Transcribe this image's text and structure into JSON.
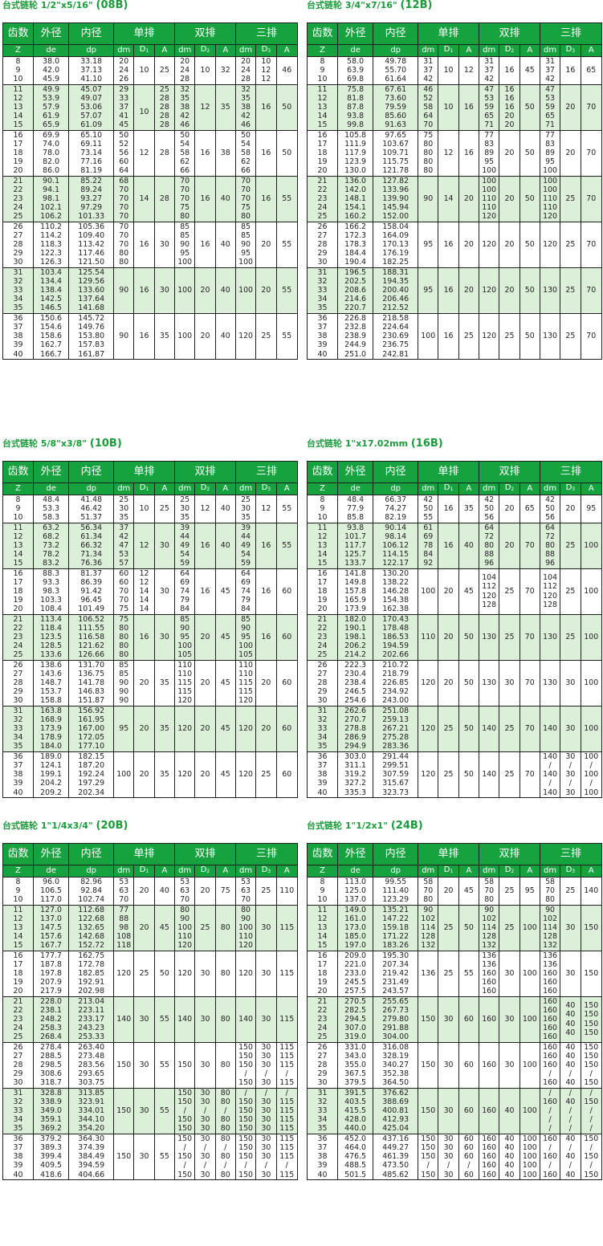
{
  "headers": {
    "teeth": "齿数",
    "od": "外径",
    "id": "内径",
    "single": "单排",
    "double": "双排",
    "triple": "三排",
    "z": "Z",
    "de": "de",
    "dp": "dp",
    "dm": "dm",
    "a": "A",
    "d": "D"
  },
  "tables": [
    {
      "title": "台式链轮 1/2\"x5/16\" ",
      "code": "(08B)",
      "groups": [
        {
          "shade": false,
          "z": "8\n9\n10",
          "de": "38.0\n42.0\n45.9",
          "dp": "33.18\n37.13\n41.10",
          "s_dm": "20\n24\n26",
          "s_d": "10",
          "s_a": "25",
          "d_dm": "20\n24\n28",
          "d_d": "10",
          "d_a": "32",
          "t_dm": "20\n24\n28",
          "t_d": "10\n12\n12",
          "t_a": "46"
        },
        {
          "shade": true,
          "z": "11\n12\n13\n14\n15",
          "de": "49.9\n53.9\n57.9\n61.9\n65.9",
          "dp": "45.07\n49.07\n53.06\n57.07\n61.09",
          "s_dm": "29\n33\n37\n41\n45",
          "s_d": "\n\n10\n\n",
          "s_a": "25\n28\n28\n28\n28",
          "d_dm": "32\n35\n38\n42\n46",
          "d_d": "12",
          "d_a": "35",
          "t_dm": "32\n35\n38\n42\n46",
          "t_d": "16",
          "t_a": "50"
        },
        {
          "shade": false,
          "z": "16\n17\n18\n19\n20",
          "de": "69.9\n74.0\n78.0\n82.0\n86.0",
          "dp": "65.10\n69.11\n73.14\n77.16\n81.19",
          "s_dm": "50\n52\n56\n60\n64",
          "s_d": "12",
          "s_a": "28",
          "d_dm": "50\n54\n58\n62\n66",
          "d_d": "16",
          "d_a": "38",
          "t_dm": "50\n54\n58\n62\n66",
          "t_d": "16",
          "t_a": "50"
        },
        {
          "shade": true,
          "z": "21\n22\n23\n24\n25",
          "de": "90.1\n94.1\n98.1\n102.1\n106.2",
          "dp": "85.22\n89.24\n93.27\n97.29\n101.33",
          "s_dm": "68\n70\n70\n70\n70",
          "s_d": "14",
          "s_a": "28",
          "d_dm": "70\n70\n70\n75\n80",
          "d_d": "16",
          "d_a": "40",
          "t_dm": "70\n70\n70\n75\n80",
          "t_d": "16",
          "t_a": "55"
        },
        {
          "shade": false,
          "z": "26\n27\n28\n29\n30",
          "de": "110.2\n114.2\n118.3\n122.3\n126.3",
          "dp": "105.36\n109.40\n113.42\n117.46\n121.50",
          "s_dm": "70\n70\n70\n80\n80",
          "s_d": "16",
          "s_a": "30",
          "d_dm": "85\n85\n90\n95\n100",
          "d_d": "16",
          "d_a": "40",
          "t_dm": "85\n85\n90\n95\n100",
          "t_d": "20",
          "t_a": "55"
        },
        {
          "shade": true,
          "z": "31\n32\n33\n34\n35",
          "de": "103.4\n134.4\n138.4\n142.5\n146.5",
          "dp": "125.54\n129.56\n133.60\n137.64\n141.68",
          "s_dm": "90",
          "s_d": "16",
          "s_a": "30",
          "d_dm": "100",
          "d_d": "20",
          "d_a": "40",
          "t_dm": "100",
          "t_d": "20",
          "t_a": "55"
        },
        {
          "shade": false,
          "z": "36\n37\n38\n39\n40",
          "de": "150.6\n154.6\n158.6\n162.7\n166.7",
          "dp": "145.72\n149.76\n153.80\n157.83\n161.87",
          "s_dm": "90",
          "s_d": "16",
          "s_a": "35",
          "d_dm": "100",
          "d_d": "20",
          "d_a": "40",
          "t_dm": "120",
          "t_d": "25",
          "t_a": "55"
        }
      ]
    },
    {
      "title": "台式链轮 3/4\"x7/16\" ",
      "code": "(12B)",
      "groups": [
        {
          "shade": false,
          "z": "8\n9\n10",
          "de": "58.0\n63.9\n69.8",
          "dp": "49.78\n55.70\n61.64",
          "s_dm": "31\n37\n42",
          "s_d": "10",
          "s_a": "12",
          "d_dm": "31\n37\n42",
          "d_d": "16",
          "d_a": "45",
          "t_dm": "31\n37\n42",
          "t_d": "16",
          "t_a": "65"
        },
        {
          "shade": true,
          "z": "11\n12\n13\n14\n15",
          "de": "75.8\n81.8\n87.8\n93.8\n99.8",
          "dp": "67.61\n73.60\n79.59\n85.60\n91.63",
          "s_dm": "46\n52\n58\n64\n70",
          "s_d": "10",
          "s_a": "16",
          "d_dm": "47\n53\n59\n65\n71",
          "d_d": "16\n16\n16\n20\n20",
          "d_a": "50",
          "t_dm": "47\n53\n59\n65\n71",
          "t_d": "20",
          "t_a": "70"
        },
        {
          "shade": false,
          "z": "16\n17\n18\n19\n20",
          "de": "105.8\n111.9\n117.9\n123.9\n130.0",
          "dp": "97.65\n103.67\n109.71\n115.75\n121.78",
          "s_dm": "75\n80\n80\n80\n80",
          "s_d": "12",
          "s_a": "16",
          "d_dm": "77\n83\n89\n95\n100",
          "d_d": "20",
          "d_a": "50",
          "t_dm": "77\n83\n89\n95\n100",
          "t_d": "20",
          "t_a": "70"
        },
        {
          "shade": true,
          "z": "21\n22\n23\n24\n25",
          "de": "136.0\n142.0\n148.1\n154.1\n160.2",
          "dp": "127.82\n133.96\n139.90\n145.94\n152.00",
          "s_dm": "90",
          "s_d": "14",
          "s_a": "20",
          "d_dm": "100\n100\n110\n110\n120",
          "d_d": "20",
          "d_a": "50",
          "t_dm": "100\n100\n110\n110\n120",
          "t_d": "25",
          "t_a": "70"
        },
        {
          "shade": false,
          "z": "26\n27\n28\n29\n30",
          "de": "166.2\n172.3\n178.3\n184.4\n190.4",
          "dp": "158.04\n164.09\n170.13\n176.19\n182.25",
          "s_dm": "95",
          "s_d": "16",
          "s_a": "20",
          "d_dm": "120",
          "d_d": "20",
          "d_a": "50",
          "t_dm": "120",
          "t_d": "25",
          "t_a": "70"
        },
        {
          "shade": true,
          "z": "31\n32\n33\n34\n35",
          "de": "196.5\n202.5\n208.6\n214.6\n220.7",
          "dp": "188.31\n194.35\n200.40\n206.46\n212.52",
          "s_dm": "95",
          "s_d": "16",
          "s_a": "20",
          "d_dm": "120",
          "d_d": "20",
          "d_a": "50",
          "t_dm": "130",
          "t_d": "25",
          "t_a": "70"
        },
        {
          "shade": false,
          "z": "36\n37\n38\n39\n40",
          "de": "226.8\n232.8\n238.9\n244.9\n251.0",
          "dp": "218.58\n224.64\n230.69\n236.75\n242.81",
          "s_dm": "100",
          "s_d": "16",
          "s_a": "25",
          "d_dm": "120",
          "d_d": "25",
          "d_a": "50",
          "t_dm": "130",
          "t_d": "25",
          "t_a": "70"
        }
      ]
    },
    {
      "title": "台式链轮 5/8\"x3/8\" ",
      "code": "(10B)",
      "groups": [
        {
          "shade": false,
          "z": "8\n9\n10",
          "de": "48.4\n53.3\n58.3",
          "dp": "41.48\n46.42\n51.37",
          "s_dm": "25\n30\n35",
          "s_d": "10",
          "s_a": "25",
          "d_dm": "25\n30\n35",
          "d_d": "12",
          "d_a": "40",
          "t_dm": "25\n30\n35",
          "t_d": "12",
          "t_a": "55"
        },
        {
          "shade": true,
          "z": "11\n12\n13\n14\n15",
          "de": "63.2\n68.2\n73.2\n78.2\n83.2",
          "dp": "56.34\n61.34\n66.32\n71.34\n76.36",
          "s_dm": "37\n42\n47\n53\n57",
          "s_d": "12",
          "s_a": "30",
          "d_dm": "39\n44\n49\n54\n59",
          "d_d": "16",
          "d_a": "40",
          "t_dm": "39\n44\n49\n54\n59",
          "t_d": "16",
          "t_a": "55"
        },
        {
          "shade": false,
          "z": "16\n17\n18\n19\n20",
          "de": "88.3\n93.3\n98.3\n103.3\n108.4",
          "dp": "81.37\n86.39\n91.42\n96.45\n101.49",
          "s_dm": "60\n60\n70\n70\n75",
          "s_d": "12\n12\n14\n14\n14",
          "s_a": "30",
          "d_dm": "64\n69\n74\n79\n84",
          "d_d": "16",
          "d_a": "45",
          "t_dm": "64\n69\n74\n79\n84",
          "t_d": "16",
          "t_a": "60"
        },
        {
          "shade": true,
          "z": "21\n22\n23\n24\n25",
          "de": "113.4\n118.4\n123.5\n128.5\n133.6",
          "dp": "106.52\n111.55\n116.58\n121.62\n126.66",
          "s_dm": "75\n80\n80\n80\n80",
          "s_d": "16",
          "s_a": "30",
          "d_dm": "85\n90\n95\n100\n105",
          "d_d": "20",
          "d_a": "45",
          "t_dm": "85\n90\n95\n100\n105",
          "t_d": "16",
          "t_a": "60"
        },
        {
          "shade": false,
          "z": "26\n27\n28\n29\n30",
          "de": "138.6\n143.6\n148.7\n153.7\n158.8",
          "dp": "131.70\n136.75\n141.78\n146.83\n151.87",
          "s_dm": "85\n85\n90\n90\n90",
          "s_d": "20",
          "s_a": "35",
          "d_dm": "110\n110\n115\n115\n120",
          "d_d": "20",
          "d_a": "45",
          "t_dm": "110\n110\n115\n115\n120",
          "t_d": "20",
          "t_a": "60"
        },
        {
          "shade": true,
          "z": "31\n32\n33\n34\n35",
          "de": "163.8\n168.9\n173.9\n178.9\n184.0",
          "dp": "156.92\n161.95\n167.00\n172.05\n177.10",
          "s_dm": "95",
          "s_d": "20",
          "s_a": "35",
          "d_dm": "120",
          "d_d": "20",
          "d_a": "45",
          "t_dm": "120",
          "t_d": "20",
          "t_a": "60"
        },
        {
          "shade": false,
          "z": "36\n37\n38\n39\n40",
          "de": "189.0\n124.1\n199.1\n204.2\n209.2",
          "dp": "182.15\n187.20\n192.24\n197.29\n202.34",
          "s_dm": "100",
          "s_d": "20",
          "s_a": "35",
          "d_dm": "120",
          "d_d": "20",
          "d_a": "45",
          "t_dm": "120",
          "t_d": "25",
          "t_a": "60"
        }
      ]
    },
    {
      "title": "台式链轮 1\"x17.02mm ",
      "code": "(16B)",
      "groups": [
        {
          "shade": false,
          "z": "8\n9\n10",
          "de": "48.4\n77.9\n85.8",
          "dp": "66.37\n74.27\n82.19",
          "s_dm": "42\n50\n55",
          "s_d": "16",
          "s_a": "35",
          "d_dm": "42\n50\n56",
          "d_d": "20",
          "d_a": "65",
          "t_dm": "42\n50\n56",
          "t_d": "20",
          "t_a": "95"
        },
        {
          "shade": true,
          "z": "11\n12\n13\n14\n15",
          "de": "93.8\n101.7\n117.7\n125.7\n133.7",
          "dp": "90.14\n98.14\n106.12\n114.15\n122.17",
          "s_dm": "61\n69\n78\n84\n92",
          "s_d": "16",
          "s_a": "40",
          "d_dm": "64\n72\n80\n88\n96",
          "d_d": "20",
          "d_a": "70",
          "t_dm": "64\n72\n80\n88\n96",
          "t_d": "25",
          "t_a": "100"
        },
        {
          "shade": false,
          "z": "16\n17\n18\n19\n20",
          "de": "141.8\n149.8\n157.8\n165.9\n173.9",
          "dp": "130.20\n138.22\n146.28\n154.38\n162.38",
          "s_dm": "100",
          "s_d": "20",
          "s_a": "45",
          "d_dm": "104\n112\n120\n128\n",
          "d_d": "25",
          "d_a": "70",
          "t_dm": "104\n112\n120\n128\n",
          "t_d": "25",
          "t_a": "100"
        },
        {
          "shade": true,
          "z": "21\n22\n23\n24\n25",
          "de": "182.0\n190.1\n198.1\n206.2\n214.2",
          "dp": "170.43\n178.48\n186.53\n194.59\n202.66",
          "s_dm": "110",
          "s_d": "20",
          "s_a": "50",
          "d_dm": "130",
          "d_d": "25",
          "d_a": "70",
          "t_dm": "130",
          "t_d": "25",
          "t_a": "100"
        },
        {
          "shade": false,
          "z": "26\n27\n28\n29\n30",
          "de": "222.3\n230.4\n238.4\n246.5\n254.6",
          "dp": "210.72\n218.79\n226.85\n234.92\n243.00",
          "s_dm": "120",
          "s_d": "20",
          "s_a": "50",
          "d_dm": "130",
          "d_d": "30",
          "d_a": "70",
          "t_dm": "130",
          "t_d": "30",
          "t_a": "100"
        },
        {
          "shade": true,
          "z": "31\n32\n33\n34\n35",
          "de": "262.6\n270.7\n278.8\n286.9\n294.9",
          "dp": "251.08\n259.13\n267.21\n275.28\n283.36",
          "s_dm": "120",
          "s_d": "25",
          "s_a": "50",
          "d_dm": "140",
          "d_d": "25",
          "d_a": "70",
          "t_dm": "140",
          "t_d": "30",
          "t_a": "100"
        },
        {
          "shade": false,
          "z": "36\n37\n38\n39\n40",
          "de": "303.0\n311.1\n319.2\n327.2\n335.3",
          "dp": "291.44\n299.51\n307.59\n315.67\n323.73",
          "s_dm": "120",
          "s_d": "25",
          "s_a": "50",
          "d_dm": "140",
          "d_d": "25",
          "d_a": "70",
          "t_dm": "140\n/\n140\n/\n140",
          "t_d": "30\n/\n30\n/\n30",
          "t_a": "100\n/\n100\n/\n100"
        }
      ]
    },
    {
      "title": "台式链轮 1\"1/4x3/4\" ",
      "code": "(20B)",
      "groups": [
        {
          "shade": false,
          "z": "8\n9\n10",
          "de": "96.0\n106.5\n117.0",
          "dp": "82.96\n92.84\n102.74",
          "s_dm": "53\n63\n70",
          "s_d": "20",
          "s_a": "40",
          "d_dm": "53\n63\n70",
          "d_d": "20",
          "d_a": "75",
          "t_dm": "53\n63\n70",
          "t_d": "25",
          "t_a": "110"
        },
        {
          "shade": true,
          "z": "11\n12\n13\n14\n15",
          "de": "127.0\n137.0\n147.5\n157.6\n167.7",
          "dp": "112.68\n122.68\n132.65\n142.68\n152.72",
          "s_dm": "77\n88\n98\n108\n118",
          "s_d": "20",
          "s_a": "45",
          "d_dm": "80\n90\n100\n110\n120",
          "d_d": "25",
          "d_a": "80",
          "t_dm": "80\n90\n100\n110\n120",
          "t_d": "30",
          "t_a": "115"
        },
        {
          "shade": false,
          "z": "16\n17\n18\n19\n20",
          "de": "177.7\n187.8\n197.8\n207.9\n217.9",
          "dp": "162.75\n172.78\n182.85\n192.91\n202.98",
          "s_dm": "120",
          "s_d": "25",
          "s_a": "50",
          "d_dm": "120",
          "d_d": "30",
          "d_a": "80",
          "t_dm": "120",
          "t_d": "30",
          "t_a": "115"
        },
        {
          "shade": true,
          "z": "21\n22\n23\n24\n25",
          "de": "228.0\n238.1\n248.2\n258.3\n268.4",
          "dp": "213.04\n223.11\n233.17\n243.23\n253.33",
          "s_dm": "140",
          "s_d": "30",
          "s_a": "55",
          "d_dm": "140",
          "d_d": "30",
          "d_a": "80",
          "t_dm": "140",
          "t_d": "30",
          "t_a": "115"
        },
        {
          "shade": false,
          "z": "26\n27\n28\n29\n30",
          "de": "278.4\n288.5\n298.5\n308.6\n318.7",
          "dp": "263.40\n273.48\n283.56\n293.65\n303.75",
          "s_dm": "150",
          "s_d": "30",
          "s_a": "55",
          "d_dm": "150",
          "d_d": "30",
          "d_a": "80",
          "t_dm": "150\n150\n150\n/\n150",
          "t_d": "30\n30\n30\n/\n30",
          "t_a": "115\n115\n115\n/\n115"
        },
        {
          "shade": true,
          "z": "31\n32\n33\n34\n35",
          "de": "328.8\n338.9\n349.0\n359.1\n369.2",
          "dp": "313.85\n323.91\n334.01\n344.10\n354.20",
          "s_dm": "150",
          "s_d": "30",
          "s_a": "55",
          "d_dm": "150\n150\n/\n150\n150",
          "d_d": "30\n30\n/\n30\n30",
          "d_a": "80\n80\n/\n80\n80",
          "t_dm": "/\n150\n150\n150\n150",
          "t_d": "/\n30\n30\n30\n30",
          "t_a": "/\n115\n115\n115\n115"
        },
        {
          "shade": false,
          "z": "36\n37\n38\n39\n40",
          "de": "379.2\n389.3\n399.4\n409.5\n418.6",
          "dp": "364.30\n374.39\n384.49\n394.59\n404.66",
          "s_dm": "150",
          "s_d": "30",
          "s_a": "55",
          "d_dm": "150\n/\n150\n/\n150",
          "d_d": "30\n/\n30\n/\n30",
          "d_a": "80\n/\n80\n/\n80",
          "t_dm": "150\n150\n150\n/\n150",
          "t_d": "30\n30\n30\n/\n30",
          "t_a": "115\n115\n115\n/\n115"
        }
      ]
    },
    {
      "title": "台式链轮 1\"1/2x1\" ",
      "code": "(24B)",
      "groups": [
        {
          "shade": false,
          "z": "8\n9\n10",
          "de": "113.0\n125.0\n137.0",
          "dp": "99.55\n111.40\n123.29",
          "s_dm": "58\n70\n80",
          "s_d": "20",
          "s_a": "45",
          "d_dm": "58\n70\n80",
          "d_d": "25",
          "d_a": "95",
          "t_dm": "58\n70\n80",
          "t_d": "25",
          "t_a": "140"
        },
        {
          "shade": true,
          "z": "11\n12\n13\n14\n15",
          "de": "149.0\n161.0\n173.0\n185.0\n197.0",
          "dp": "135.21\n147.22\n159.18\n171.22\n183.26",
          "s_dm": "90\n102\n114\n128\n132",
          "s_d": "25",
          "s_a": "50",
          "d_dm": "90\n102\n114\n128\n132",
          "d_d": "25",
          "d_a": "100",
          "t_dm": "90\n102\n114\n128\n132",
          "t_d": "30",
          "t_a": "150"
        },
        {
          "shade": false,
          "z": "16\n17\n18\n19\n20",
          "de": "209.0\n221.0\n233.0\n245.5\n257.5",
          "dp": "195.30\n207.34\n219.42\n231.49\n243.57",
          "s_dm": "136",
          "s_d": "25",
          "s_a": "55",
          "d_dm": "136\n136\n160\n160\n160",
          "d_d": "30",
          "d_a": "100",
          "t_dm": "136\n136\n160\n160\n160",
          "t_d": "30",
          "t_a": "150"
        },
        {
          "shade": true,
          "z": "21\n22\n23\n24\n25",
          "de": "270.5\n282.5\n294.5\n307.0\n319.0",
          "dp": "255.65\n267.73\n279.80\n291.88\n304.00",
          "s_dm": "150",
          "s_d": "30",
          "s_a": "60",
          "d_dm": "160",
          "d_d": "30",
          "d_a": "100",
          "t_dm": "160\n160\n160\n160\n160",
          "t_d": "40\n40\n40\n40\n",
          "t_a": "150\n150\n150\n150\n"
        },
        {
          "shade": false,
          "z": "26\n27\n28\n29\n30",
          "de": "331.0\n343.0\n355.0\n367.5\n379.5",
          "dp": "316.08\n328.19\n340.27\n352.38\n364.50",
          "s_dm": "150",
          "s_d": "30",
          "s_a": "60",
          "d_dm": "160",
          "d_d": "30",
          "d_a": "100",
          "t_dm": "160\n160\n160\n/\n160",
          "t_d": "40\n40\n40\n/\n40",
          "t_a": "150\n150\n150\n/\n150"
        },
        {
          "shade": true,
          "z": "31\n32\n33\n34\n35",
          "de": "391.5\n403.5\n415.5\n428.0\n440.0",
          "dp": "376.62\n388.69\n400.81\n412.93\n425.04",
          "s_dm": "150",
          "s_d": "30",
          "s_a": "60",
          "d_dm": "160",
          "d_d": "40",
          "d_a": "100",
          "t_dm": "/\n160\n/\n/\n/",
          "t_d": "/\n40\n/\n/\n/",
          "t_a": "/\n150\n/\n/\n/"
        },
        {
          "shade": false,
          "z": "36\n37\n38\n39\n40",
          "de": "452.0\n464.0\n476.5\n488.5\n501.5",
          "dp": "437.16\n449.27\n461.39\n473.50\n485.62",
          "s_dm": "150\n150\n150\n/\n150",
          "s_d": "30\n30\n30\n/\n30",
          "s_a": "60\n60\n60\n/\n60",
          "d_dm": "160\n160\n160\n160\n160",
          "d_d": "40\n40\n40\n40\n40",
          "d_a": "100\n100\n100\n100\n100",
          "t_dm": "160\n/\n160\n/\n160",
          "t_d": "40\n/\n40\n/\n40",
          "t_a": "150\n/\n150\n/\n150"
        }
      ]
    }
  ]
}
